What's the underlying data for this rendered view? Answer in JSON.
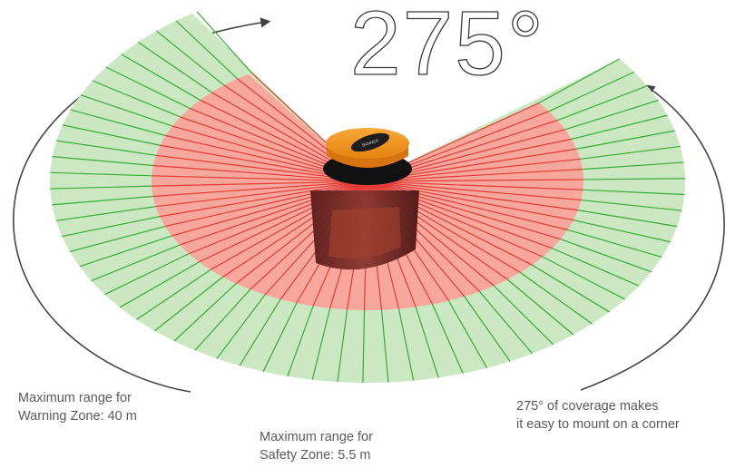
{
  "diagram": {
    "coverage_angle": "275°",
    "captions": {
      "warning": {
        "line1": "Maximum range for",
        "line2": "Warning Zone: 40 m"
      },
      "safety": {
        "line1": "Maximum range for",
        "line2": "Safety Zone: 5.5 m"
      },
      "coverage": {
        "line1": "275° of coverage makes",
        "line2": "it easy to mount on a corner"
      }
    },
    "scan_arc_degrees": 275,
    "colors": {
      "warning_zone_fill": "#cbe8c2",
      "warning_zone_ray": "#3aaa3a",
      "safety_zone_fill": "#f7a79c",
      "safety_zone_ray": "#e43b35",
      "scanner_cap": "#f5961f",
      "scanner_body": "#7a2a26",
      "arrow": "#444444"
    },
    "device_label": "BANNER"
  }
}
